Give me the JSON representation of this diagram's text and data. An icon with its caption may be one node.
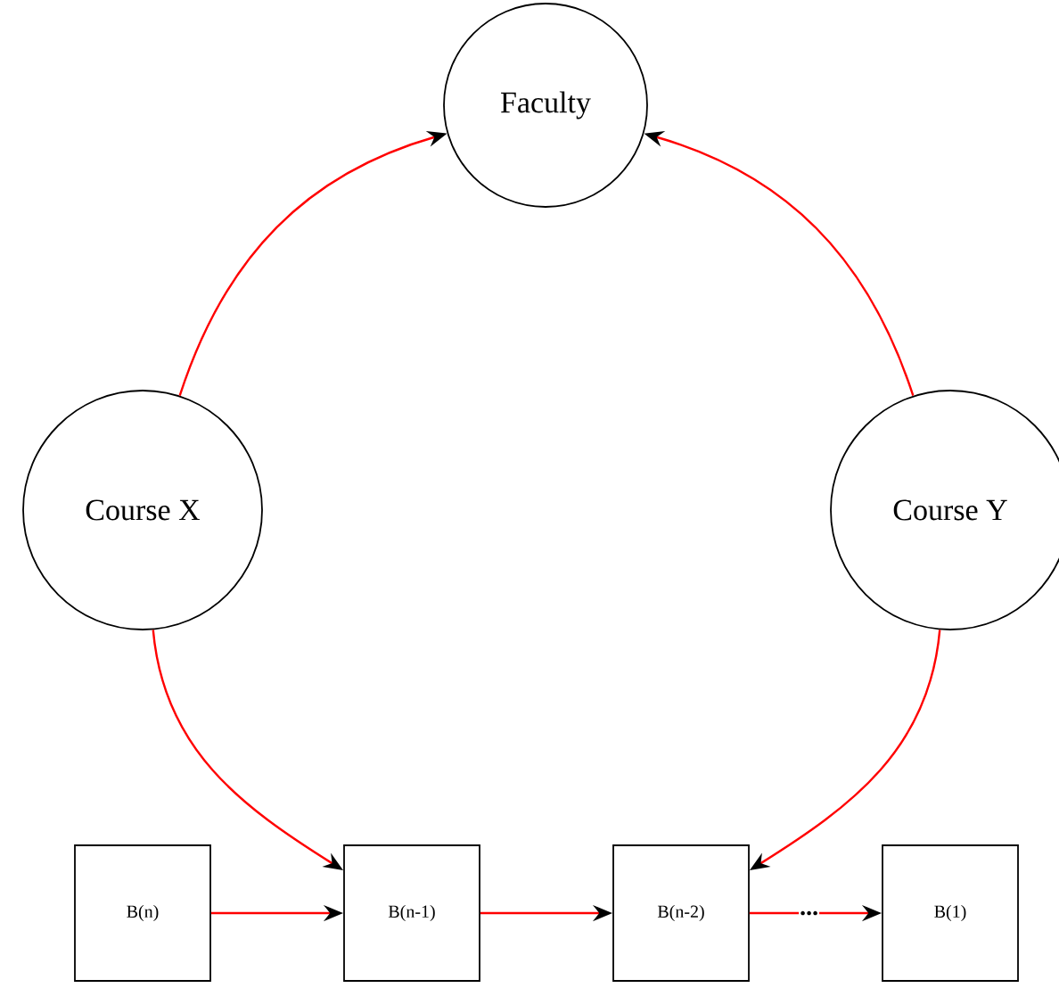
{
  "diagram": {
    "nodes": [
      {
        "text": [
          "Faculty"
        ]
      },
      {
        "text": [
          "Course X"
        ]
      },
      {
        "text": [
          "Course Y"
        ]
      },
      {
        "text": [
          "B(n)"
        ]
      },
      {
        "text": [
          "B(n-1)"
        ]
      },
      {
        "text": [
          "B(n-2)"
        ]
      },
      {
        "text": [
          "B(1)"
        ]
      }
    ],
    "edges": [
      {
        "from": 1,
        "to": 0,
        "arrow": "to"
      },
      {
        "from": 2,
        "to": 0,
        "arrow": "to"
      },
      {
        "from": 1,
        "to": 4,
        "arrow": "to"
      },
      {
        "from": 2,
        "to": 5,
        "arrow": "to"
      },
      {
        "from": 3,
        "to": 4,
        "arrow": "to"
      },
      {
        "from": 4,
        "to": 5,
        "arrow": "to"
      },
      {
        "from": 5,
        "to": 6,
        "arrow": "to",
        "label": "..."
      }
    ]
  }
}
